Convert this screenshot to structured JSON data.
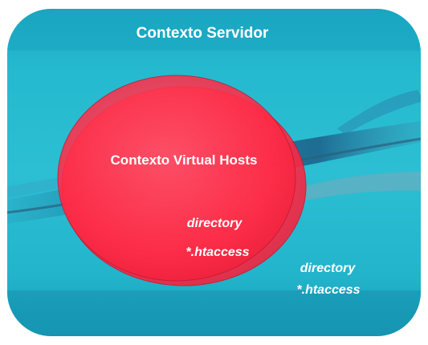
{
  "server_context": {
    "title": "Contexto Servidor",
    "directory_label": "directory",
    "htaccess_label": "*.htaccess"
  },
  "virtual_hosts_context": {
    "title": "Contexto Virtual Hosts",
    "directory_label": "directory",
    "htaccess_label": "*.htaccess"
  },
  "colors": {
    "server_fill": "#20b3c9",
    "server_band": "#17a5bd",
    "virtual_hosts_fill": "#ff2e4a",
    "text": "#ffffff",
    "feather": "#1d6f98"
  }
}
